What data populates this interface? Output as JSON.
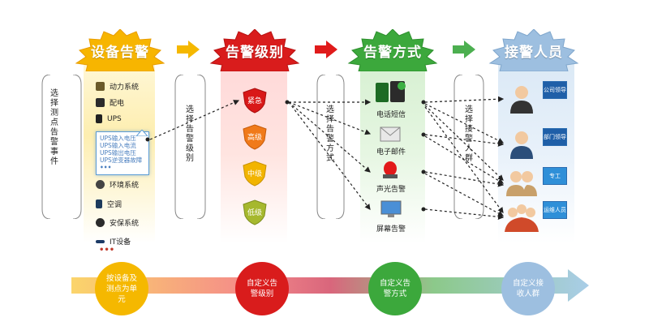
{
  "headers": [
    {
      "label": "设备告警",
      "color": "#f5b800"
    },
    {
      "label": "告警级别",
      "color": "#d92020"
    },
    {
      "label": "告警方式",
      "color": "#3aa63a"
    },
    {
      "label": "接警人员",
      "color": "#8fb4d6"
    }
  ],
  "brackets": [
    {
      "label": "选择测点告警事件"
    },
    {
      "label": "选择告警级别"
    },
    {
      "label": "选择告警方式"
    },
    {
      "label": "选择接警人群"
    }
  ],
  "devices": {
    "items": [
      "动力系统",
      "配电",
      "UPS",
      "环境系统",
      "空调",
      "安保系统",
      "IT设备"
    ],
    "ups_popup": [
      "UPS输入电压",
      "UPS输入电流",
      "UPS输出电压",
      "UPS逆变器故障"
    ],
    "more": "•••"
  },
  "levels": [
    "紧急",
    "高级",
    "中级",
    "低级"
  ],
  "methods": [
    "电话短信",
    "电子邮件",
    "声光告警",
    "屏幕告警"
  ],
  "receivers": [
    "公司领导",
    "部门领导",
    "专工",
    "运维人员"
  ],
  "bottom": [
    "按设备及测点为单元",
    "自定义告警级别",
    "自定义告警方式",
    "自定义接收人群"
  ]
}
